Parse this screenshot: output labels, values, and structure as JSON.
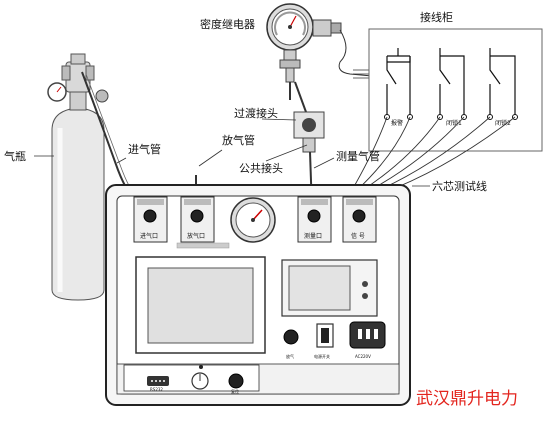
{
  "labels": {
    "density_relay": "密度继电器",
    "cabinet": "接线柜",
    "cylinder": "气瓶",
    "inlet_pipe": "进气管",
    "vent_pipe": "放气管",
    "transition_joint": "过渡接头",
    "common_joint": "公共接头",
    "measure_pipe": "测量气管",
    "six_core_cable": "六芯测试线"
  },
  "terminals": [
    "报警",
    "闭锁1",
    "闭锁2"
  ],
  "panel": {
    "inlet_port": "进气口",
    "vent_port": "放气口",
    "measure_port": "测量口",
    "signal_port": "信 号",
    "vent_button": "放气",
    "power_switch": "电源开关",
    "ac_power": "AC220V",
    "rs232": "RS232",
    "reset": "复位"
  },
  "brand": "武汉鼎升电力"
}
